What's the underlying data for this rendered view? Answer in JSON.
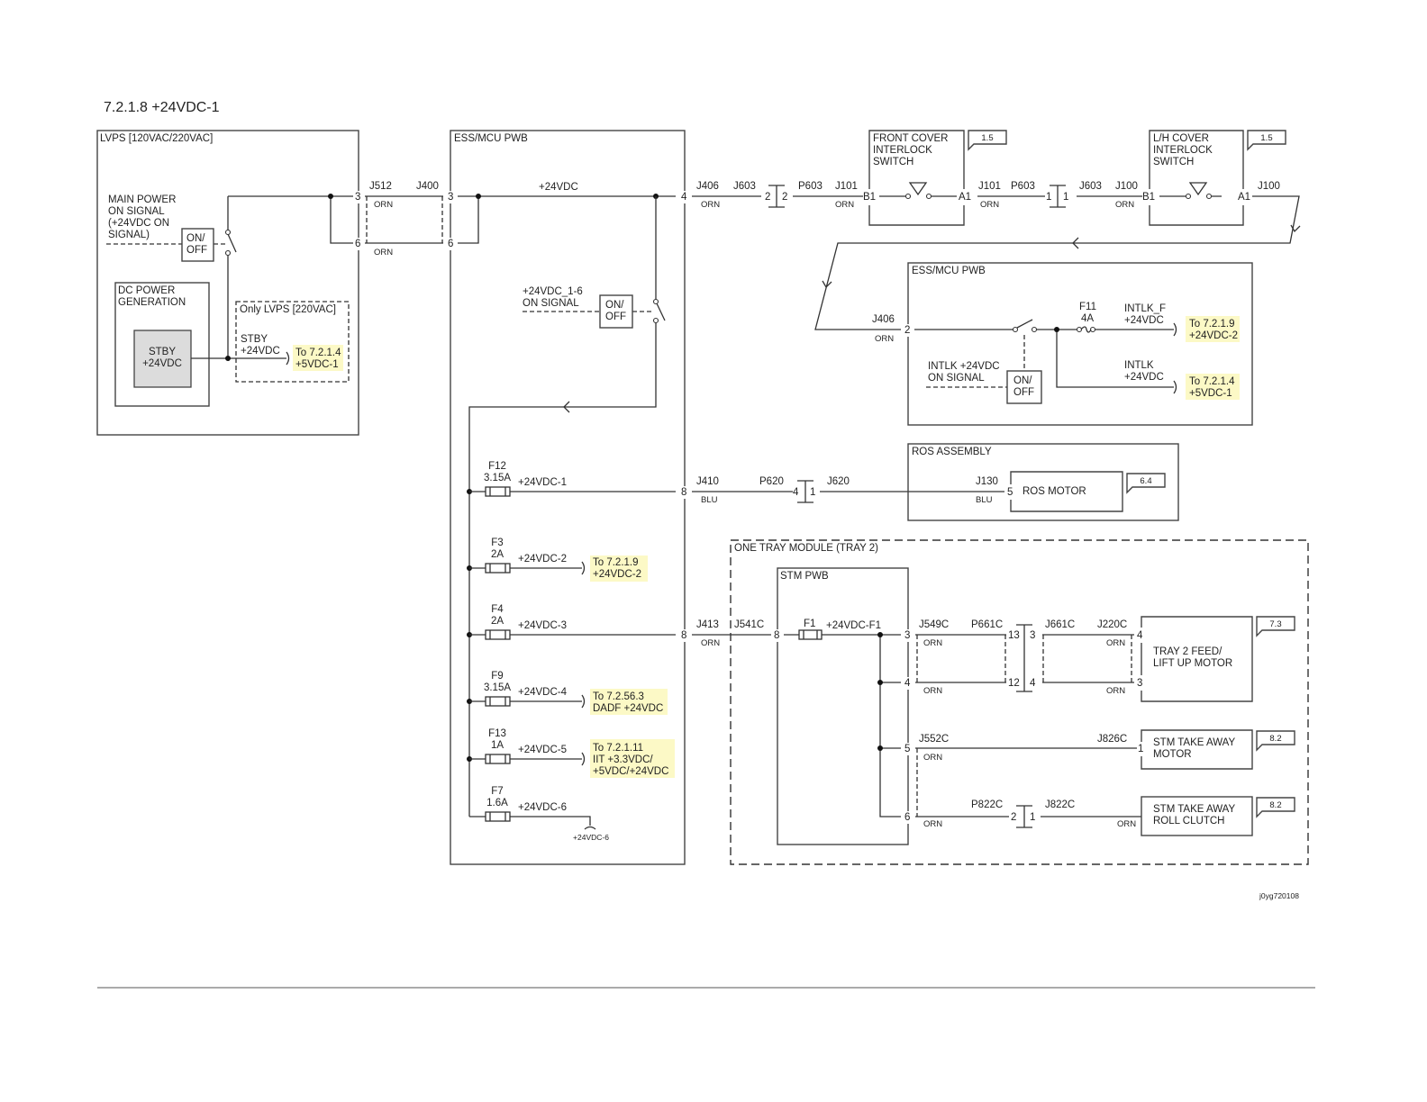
{
  "title": "7.2.1.8 +24VDC-1",
  "lvps": {
    "label": "LVPS [120VAC/220VAC]",
    "main_power_signal": [
      "MAIN POWER",
      "ON SIGNAL",
      "(+24VDC ON",
      "SIGNAL)"
    ],
    "onoff": [
      "ON/",
      "OFF"
    ],
    "dc_power": [
      "DC POWER",
      "GENERATION"
    ],
    "stby_block": [
      "STBY",
      "+24VDC"
    ],
    "only_220": "Only LVPS [220VAC]",
    "stby_out": [
      "STBY",
      "+24VDC"
    ],
    "ref": [
      "To 7.2.1.4",
      "+5VDC-1"
    ],
    "pins": [
      "3",
      "6"
    ]
  },
  "j512_j400": {
    "left": "J512",
    "right": "J400",
    "wire": [
      "ORN",
      "ORN"
    ]
  },
  "ess_mcu": {
    "label": "ESS/MCU PWB",
    "pins_in": [
      "3",
      "6"
    ],
    "bus": "+24VDC",
    "out_pin": "4",
    "on_signal": [
      "+24VDC_1-6",
      "ON SIGNAL"
    ],
    "onoff": [
      "ON/",
      "OFF"
    ],
    "fuses": [
      {
        "id": "F12",
        "rating": "3.15A",
        "signal": "+24VDC-1",
        "pin": "8"
      },
      {
        "id": "F3",
        "rating": "2A",
        "signal": "+24VDC-2",
        "ref": [
          "To 7.2.1.9",
          "+24VDC-2"
        ]
      },
      {
        "id": "F4",
        "rating": "2A",
        "signal": "+24VDC-3",
        "pin": "8"
      },
      {
        "id": "F9",
        "rating": "3.15A",
        "signal": "+24VDC-4",
        "ref": [
          "To 7.2.56.3",
          "DADF +24VDC"
        ]
      },
      {
        "id": "F13",
        "rating": "1A",
        "signal": "+24VDC-5",
        "ref": [
          "To 7.2.1.11",
          "IIT +3.3VDC/",
          "+5VDC/+24VDC"
        ]
      },
      {
        "id": "F7",
        "rating": "1.6A",
        "signal": "+24VDC-6",
        "end_label": "+24VDC-6"
      }
    ]
  },
  "interlock_chain": {
    "j406": "J406",
    "j603": "J603",
    "wire1": "ORN",
    "conn1": [
      "2",
      "2"
    ],
    "p603": "P603",
    "j101": "J101",
    "wire2": "ORN",
    "front_cover": {
      "label": [
        "FRONT COVER",
        "INTERLOCK",
        "SWITCH"
      ],
      "b1": "B1",
      "a1": "A1",
      "tag": "1.5"
    },
    "j101b": "J101",
    "p603b": "P603",
    "wire3": "ORN",
    "conn2": [
      "1",
      "1"
    ],
    "j603b": "J603",
    "j100": "J100",
    "wire4": "ORN",
    "lh_cover": {
      "label": [
        "L/H COVER",
        "INTERLOCK",
        "SWITCH"
      ],
      "b1": "B1",
      "a1": "A1",
      "tag": "1.5"
    },
    "j100b": "J100"
  },
  "ess_mcu_2": {
    "label": "ESS/MCU PWB",
    "j406": "J406",
    "pin": "2",
    "wire": "ORN",
    "fuse": {
      "id": "F11",
      "rating": "4A"
    },
    "intlk_f": [
      "INTLK_F",
      "+24VDC"
    ],
    "ref1": [
      "To 7.2.1.9",
      "+24VDC-2"
    ],
    "intlk": [
      "INTLK",
      "+24VDC"
    ],
    "ref2": [
      "To 7.2.1.4",
      "+5VDC-1"
    ],
    "on_signal": [
      "INTLK +24VDC",
      "ON SIGNAL"
    ],
    "onoff": [
      "ON/",
      "OFF"
    ]
  },
  "ros": {
    "j410": "J410",
    "wire": "BLU",
    "p620": "P620",
    "conn": [
      "4",
      "1"
    ],
    "j620": "J620",
    "assembly_label": "ROS ASSEMBLY",
    "j130": "J130",
    "wire2": "BLU",
    "pin": "5",
    "motor": "ROS MOTOR",
    "tag": "6.4"
  },
  "tray": {
    "j413": "J413",
    "wire": "ORN",
    "module_label": "ONE TRAY MODULE (TRAY 2)",
    "j541c": "J541C",
    "pin_in": "8",
    "stm_pwb": "STM PWB",
    "fuse": {
      "id": "F1",
      "signal": "+24VDC-F1"
    },
    "pins": [
      "3",
      "4",
      "5",
      "6"
    ],
    "j549c": "J549C",
    "p661c": "P661C",
    "orn": "ORN",
    "conn": [
      "13",
      "12",
      "3",
      "4"
    ],
    "j661c": "J661C",
    "j220c": "J220C",
    "motor_pins": [
      "4",
      "3"
    ],
    "feed_motor": [
      "TRAY 2 FEED/",
      "LIFT UP MOTOR"
    ],
    "feed_tag": "7.3",
    "j552c": "J552C",
    "j826c": "J826C",
    "take_away_pin": "1",
    "take_away_motor": [
      "STM TAKE AWAY",
      "MOTOR"
    ],
    "take_away_tag": "8.2",
    "p822c": "P822C",
    "conn2": [
      "2",
      "1"
    ],
    "j822c": "J822C",
    "clutch": [
      "STM TAKE AWAY",
      "ROLL CLUTCH"
    ],
    "clutch_tag": "8.2"
  },
  "figure_id": "j0yg720108"
}
